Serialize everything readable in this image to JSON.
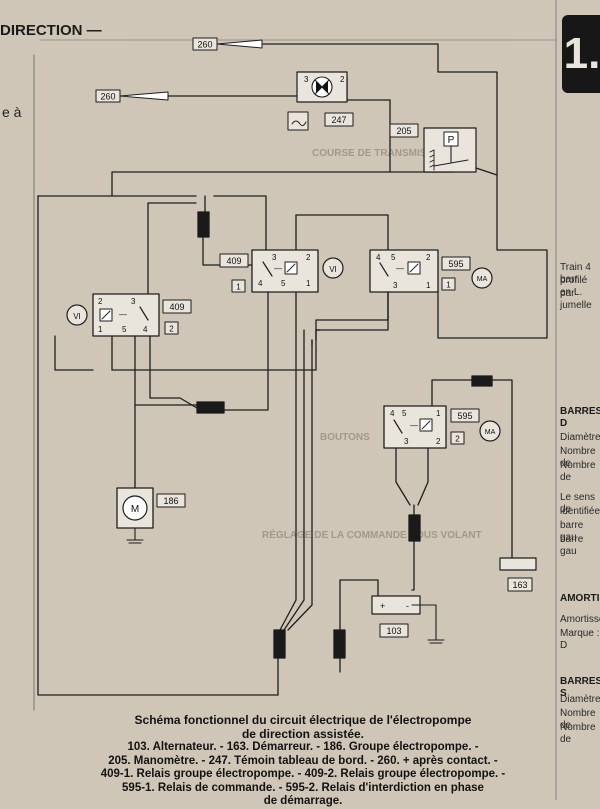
{
  "header": {
    "section": "DIRECTION —",
    "left_fragment": "e à",
    "chapter_number": "1."
  },
  "labels": {
    "l260_top": "260",
    "l260_left": "260",
    "l247": "247",
    "l205": "205",
    "l409_mid": "409",
    "l409_left": "409",
    "l595_top": "595",
    "l595_low": "595",
    "l186": "186",
    "l163": "163",
    "l103": "103",
    "vi": "VI",
    "ma": "MA",
    "p": "P",
    "m": "M",
    "box1": "1",
    "box2": "2",
    "pin1": "1",
    "pin2": "2",
    "pin3": "3",
    "pin4": "4",
    "pin5": "5",
    "plus": "+",
    "minus": "-",
    "dash": "—"
  },
  "caption": {
    "title": "Schéma fonctionnel du circuit électrique de l'électropompe",
    "title2": "de direction assistée.",
    "line1": "103. Alternateur. - 163. Démarreur. - 186. Groupe électropompe. -",
    "line2": "205. Manomètre. - 247. Témoin tableau de bord. - 260. + après contact. -",
    "line3": "409-1. Relais groupe électropompe. - 409-2. Relais groupe électropompe. -",
    "line4": "595-1. Relais de commande. - 595-2. Relais d'interdiction en phase",
    "line5": "de démarrage."
  },
  "ghost_text": {
    "g1": "COURSE DE TRANSMISSION",
    "g2": "BOUTONS",
    "g3": "RÉGLAGE DE LA COMMANDE SOUS VOLANT"
  },
  "right_column": {
    "r1": "Train 4 barr",
    "r2": "profilé en L.",
    "r3": "par jumelle",
    "r4": "BARRES D",
    "r5": "Diamètre :",
    "r6": "Nombre de",
    "r7": "Nombre de",
    "r8": "Le sens de",
    "r9": "identifiées",
    "r10": "barre gau",
    "r11": "barre gau",
    "r12": "AMORTISS",
    "r13": "Amortisseu",
    "r14": "Marque : D",
    "r15": "BARRES S",
    "r16": "Diamètre :",
    "r17": "Nombre de",
    "r18": "Nombre de"
  }
}
